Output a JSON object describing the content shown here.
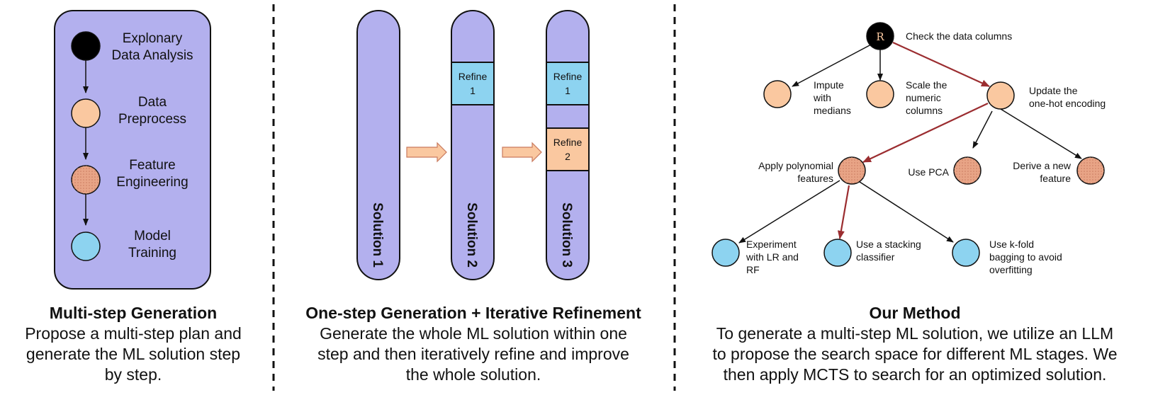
{
  "panel1": {
    "steps": [
      {
        "line1": "Explonary",
        "line2": "Data Analysis",
        "color": "#000000"
      },
      {
        "line1": "Data",
        "line2": "Preprocess",
        "color": "#FAC8A0"
      },
      {
        "line1": "Feature",
        "line2": "Engineering",
        "color": "#E8A486"
      },
      {
        "line1": "Model",
        "line2": "Training",
        "color": "#8DD3F0"
      }
    ],
    "title": "Multi-step Generation",
    "desc": [
      "Propose a multi-step plan and",
      "generate the ML solution step",
      "by step."
    ]
  },
  "panel2": {
    "solutions": [
      "Solution 1",
      "Solution 2",
      "Solution 3"
    ],
    "refine1_line1": "Refine",
    "refine1_line2": "1",
    "refine2_line1": "Refine",
    "refine2_line2": "2",
    "title": "One-step Generation + Iterative Refinement",
    "desc": [
      "Generate the whole ML solution within one",
      "step and then iteratively refine and improve",
      "the whole solution."
    ]
  },
  "panel3": {
    "root_symbol": "R",
    "root_label": "Check the data columns",
    "impute": [
      "Impute",
      "with",
      "medians"
    ],
    "scale": [
      "Scale the",
      "numeric",
      "columns"
    ],
    "update": [
      "Update the",
      "one-hot encoding"
    ],
    "poly": [
      "Apply polynomial",
      "features"
    ],
    "pca": "Use PCA",
    "derive": [
      "Derive a new",
      "feature"
    ],
    "experiment": [
      "Experiment",
      "with LR and",
      "RF"
    ],
    "stacking": [
      "Use a stacking",
      "classifier"
    ],
    "kfold": [
      "Use k-fold",
      "bagging to avoid",
      "overfitting"
    ],
    "title": "Our Method",
    "desc": [
      "To generate a multi-step ML solution, we utilize an LLM",
      "to propose the search space for different ML stages. We",
      "then apply MCTS to search for an optimized solution."
    ]
  },
  "colors": {
    "purple": "#B3B0EE",
    "orange": "#FAC8A0",
    "orange_dark": "#E8A486",
    "blue": "#8DD3F0",
    "red_edge": "#9B2D30"
  }
}
